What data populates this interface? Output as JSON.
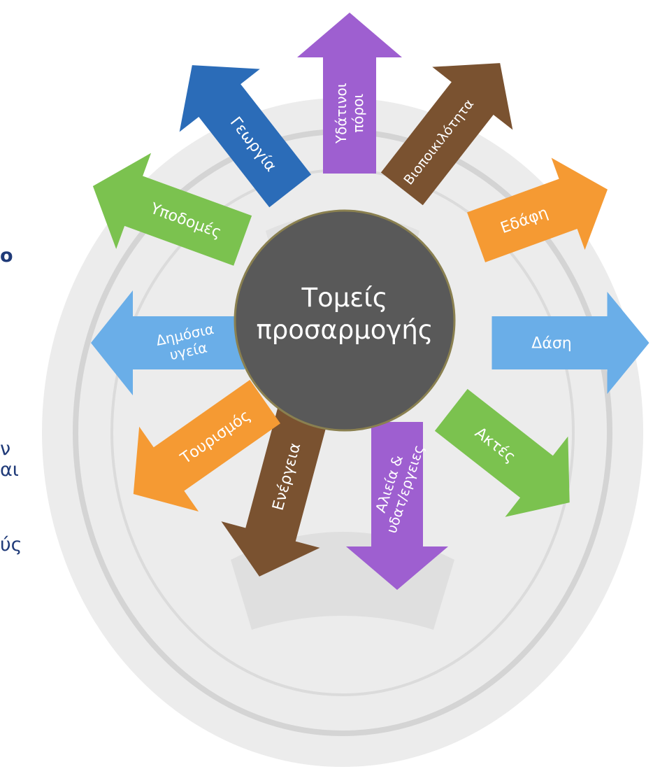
{
  "diagram": {
    "center_label": [
      "Τομείς",
      "προσαρμογής"
    ],
    "center_color": "#595959",
    "center_border_color": "#8a8050",
    "arrows": [
      {
        "label": [
          "Υδάτινοι",
          "πόροι"
        ],
        "color": "#9e5fd0",
        "direction": "up"
      },
      {
        "label": [
          "Βιοποικιλότητα"
        ],
        "color": "#7a5230",
        "direction": "up-right"
      },
      {
        "label": [
          "Εδάφη"
        ],
        "color": "#f59a33",
        "direction": "right-up"
      },
      {
        "label": [
          "Δάση"
        ],
        "color": "#6aaee8",
        "direction": "right"
      },
      {
        "label": [
          "Ακτές"
        ],
        "color": "#7bc24f",
        "direction": "down-right"
      },
      {
        "label": [
          "Αλιεία &",
          "υδατ/εργειες"
        ],
        "color": "#9e5fd0",
        "direction": "down"
      },
      {
        "label": [
          "Ενέργεια"
        ],
        "color": "#7a5230",
        "direction": "down"
      },
      {
        "label": [
          "Τουρισμός"
        ],
        "color": "#f59a33",
        "direction": "down-left"
      },
      {
        "label": [
          "Δημόσια",
          "υγεία"
        ],
        "color": "#6aaee8",
        "direction": "left"
      },
      {
        "label": [
          "Υποδομές"
        ],
        "color": "#7bc24f",
        "direction": "left-up"
      },
      {
        "label": [
          "Γεωργία"
        ],
        "color": "#2b6cb8",
        "direction": "up-left"
      }
    ]
  },
  "left_fragments": [
    "ο",
    "ν",
    "αι",
    "ύς"
  ],
  "colors": {
    "text": "#1f3a78",
    "watermark": "#bcbcbc"
  }
}
